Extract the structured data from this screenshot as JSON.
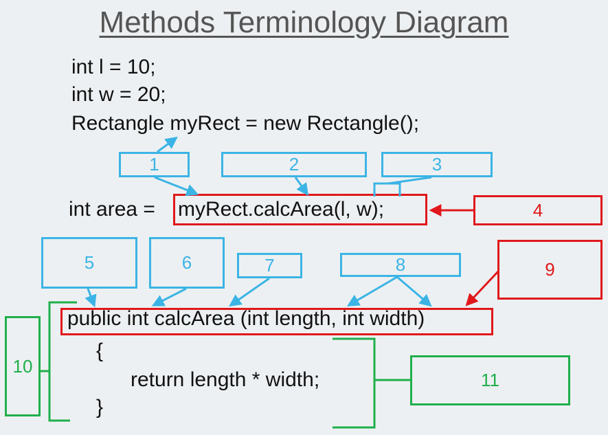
{
  "title": "Methods Terminology Diagram",
  "code": {
    "line1": "int l = 10;",
    "line2": "int w = 20;",
    "line3": "Rectangle myRect = new Rectangle();",
    "line4_prefix": "int area = ",
    "line4_call": "myRect.calcArea(l, w);",
    "signature": "public int calcArea (int length, int width)",
    "open_brace": "{",
    "body": "return length * width;",
    "close_brace": "}"
  },
  "labels": {
    "b1": "1",
    "b2": "2",
    "b3": "3",
    "b4": "4",
    "b5": "5",
    "b6": "6",
    "b7": "7",
    "b8": "8",
    "b9": "9",
    "b10": "10",
    "b11": "11"
  },
  "colors": {
    "blue": "#3bb4e5",
    "red": "#e0181b",
    "green": "#1faf4b"
  }
}
